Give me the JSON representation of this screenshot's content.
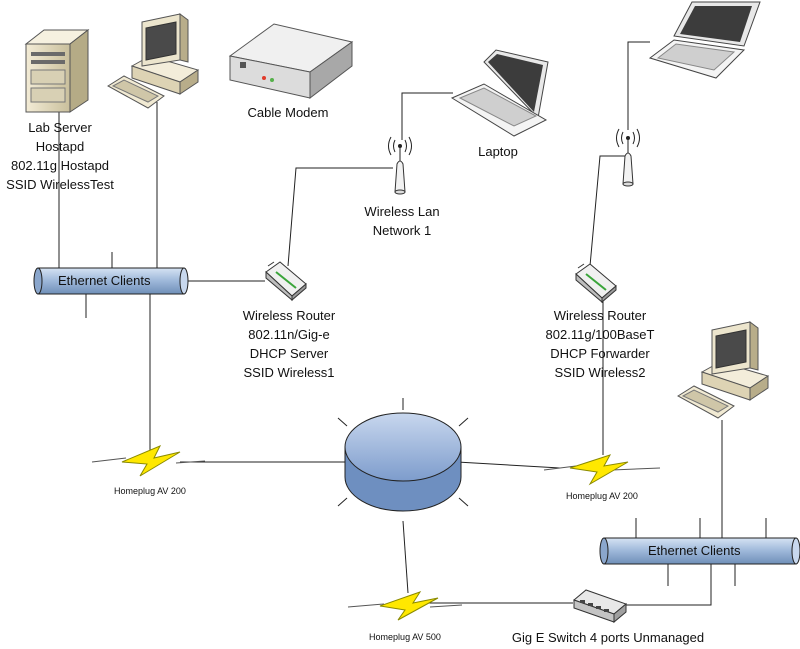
{
  "nodes": {
    "lab_server": {
      "lines": [
        "Lab Server",
        "Hostapd",
        "802.11g Hostapd",
        "SSID WirelessTest"
      ]
    },
    "cable_modem": {
      "label": "Cable Modem"
    },
    "laptop_1": {
      "label": "Laptop"
    },
    "wireless_lan": {
      "lines": [
        "Wireless Lan",
        "Network 1"
      ]
    },
    "router_1": {
      "lines": [
        "Wireless Router",
        "802.11n/Gig-e",
        "DHCP Server",
        "SSID Wireless1"
      ]
    },
    "router_2": {
      "lines": [
        "Wireless Router",
        "802.11g/100BaseT",
        "DHCP Forwarder",
        "SSID Wireless2"
      ]
    },
    "bus_left": {
      "label": "Ethernet Clients"
    },
    "bus_right": {
      "label": "Ethernet Clients"
    },
    "homeplug_left": {
      "label": "Homeplug AV 200"
    },
    "homeplug_right": {
      "label": "Homeplug AV 200"
    },
    "homeplug_bottom": {
      "label": "Homeplug AV 500"
    },
    "switch": {
      "label": "Gig E Switch 4 ports Unmanaged"
    }
  },
  "colors": {
    "line": "#222222",
    "bus_fill": "#9db7d9",
    "hub_fill": "#8eaad6",
    "bolt_fill": "#ffe800",
    "bolt_stroke": "#8a8a00",
    "device_beige": "#e8e2cc"
  }
}
